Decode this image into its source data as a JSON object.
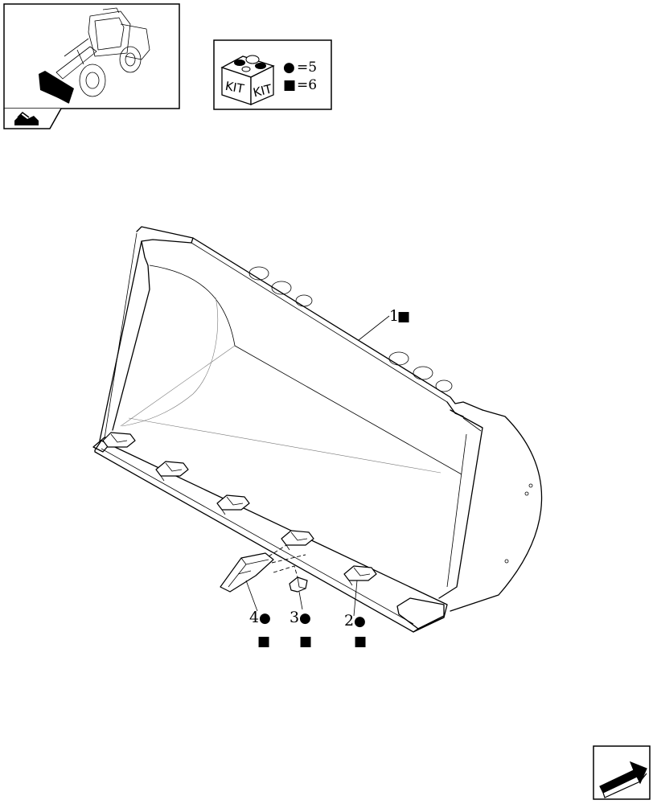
{
  "kit_legend": {
    "kit_label_left": "KIT",
    "kit_label_right": "KIT",
    "circle_symbol": "●",
    "circle_value": "=5",
    "square_symbol": "■",
    "square_value": "=6"
  },
  "callouts": [
    {
      "number": "1",
      "symbol": "■"
    },
    {
      "number": "2",
      "symbol": "●"
    },
    {
      "number": "3",
      "symbol": "●"
    },
    {
      "number": "4",
      "symbol": "●"
    }
  ],
  "kit_markers": [
    "■",
    "■",
    "■"
  ]
}
